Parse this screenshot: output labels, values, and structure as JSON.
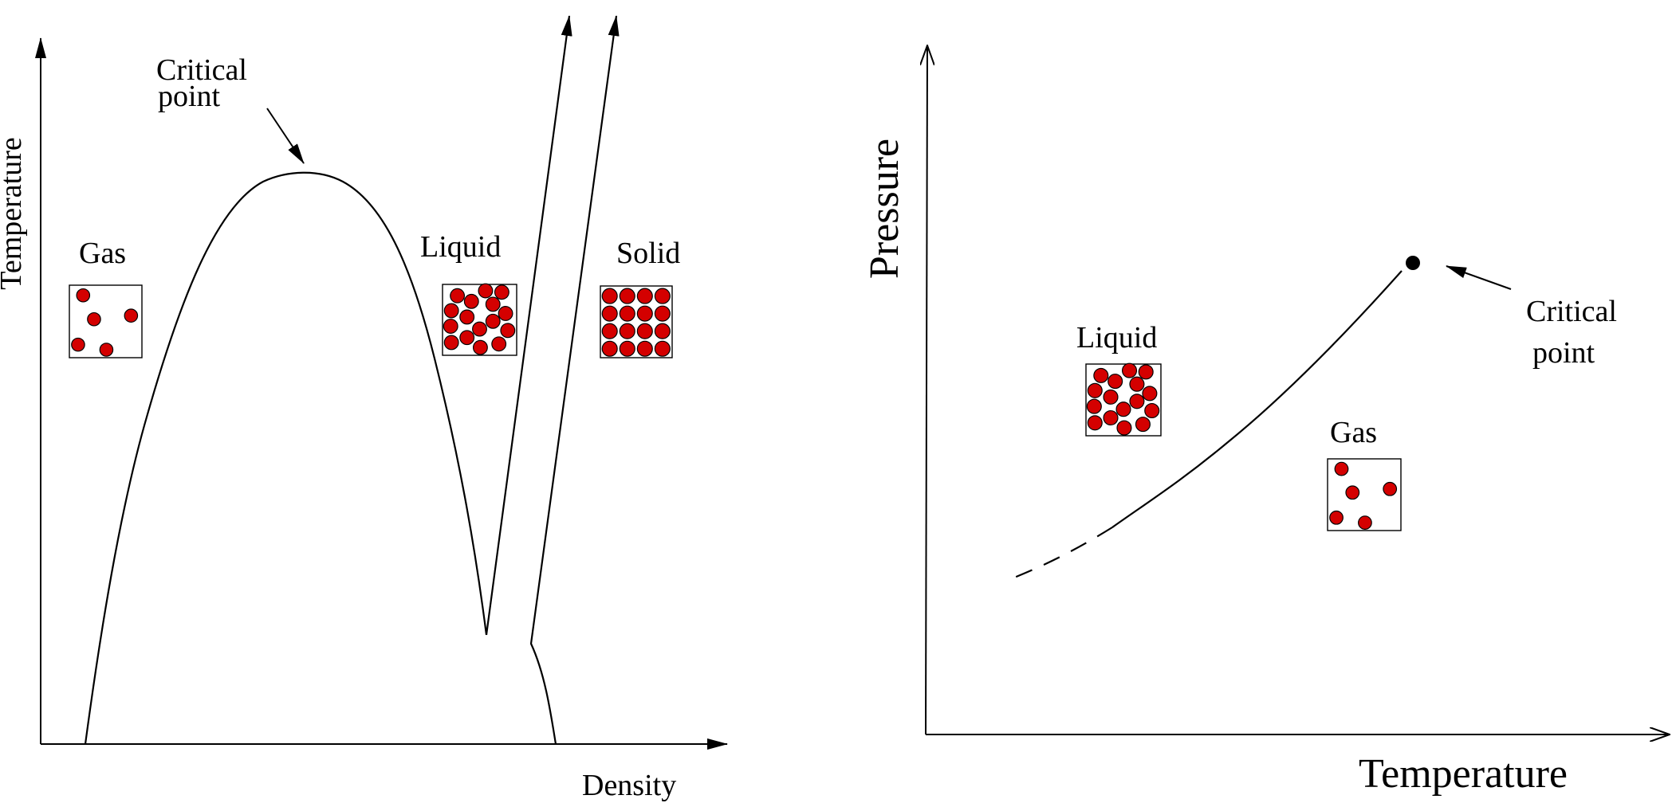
{
  "left_diagram": {
    "y_axis_label": "Temperature",
    "x_axis_label": "Density",
    "critical_point_label": [
      "Critical",
      "point"
    ],
    "phases": {
      "gas": "Gas",
      "liquid": "Liquid",
      "solid": "Solid"
    }
  },
  "right_diagram": {
    "y_axis_label": "Pressure",
    "x_axis_label": "Temperature",
    "critical_point_label": [
      "Critical",
      "point"
    ],
    "phases": {
      "liquid": "Liquid",
      "gas": "Gas"
    }
  },
  "colors": {
    "molecule": "#d40000",
    "line": "#000000"
  }
}
